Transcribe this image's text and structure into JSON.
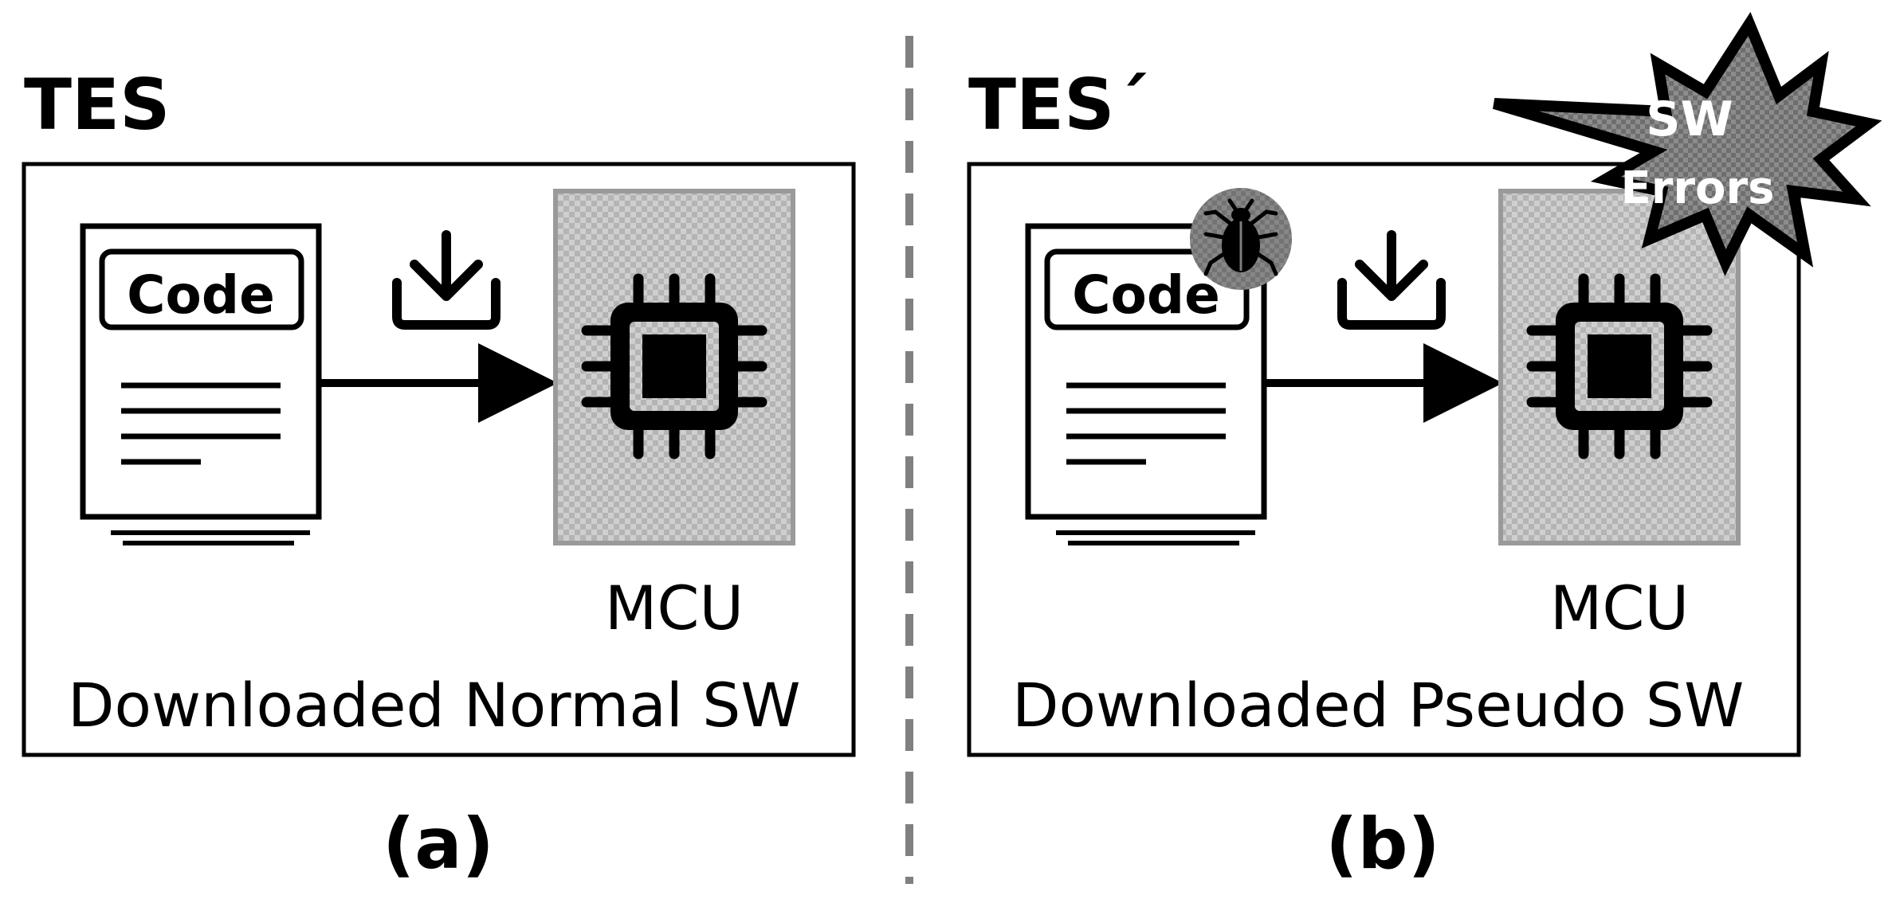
{
  "panels": [
    {
      "title": "TES",
      "code_label": "Code",
      "mcu_label": "MCU",
      "caption": "Downloaded Normal SW",
      "sub_label": "(a)"
    },
    {
      "title": "TES´",
      "code_label": "Code",
      "mcu_label": "MCU",
      "caption": "Downloaded Pseudo SW",
      "sub_label": "(b)",
      "burst_lines": [
        "SW",
        "Errors"
      ]
    }
  ],
  "icons": {
    "download": "download-tray-icon",
    "chip": "microchip-icon",
    "bug": "bug-icon",
    "burst": "explosion-burst-icon"
  },
  "colors": {
    "ink": "#000000",
    "divider": "#808080",
    "mcu_fill": "#c8c8c8",
    "mcu_border": "#9a9a9a",
    "bug_circle": "#8a8a8a"
  }
}
